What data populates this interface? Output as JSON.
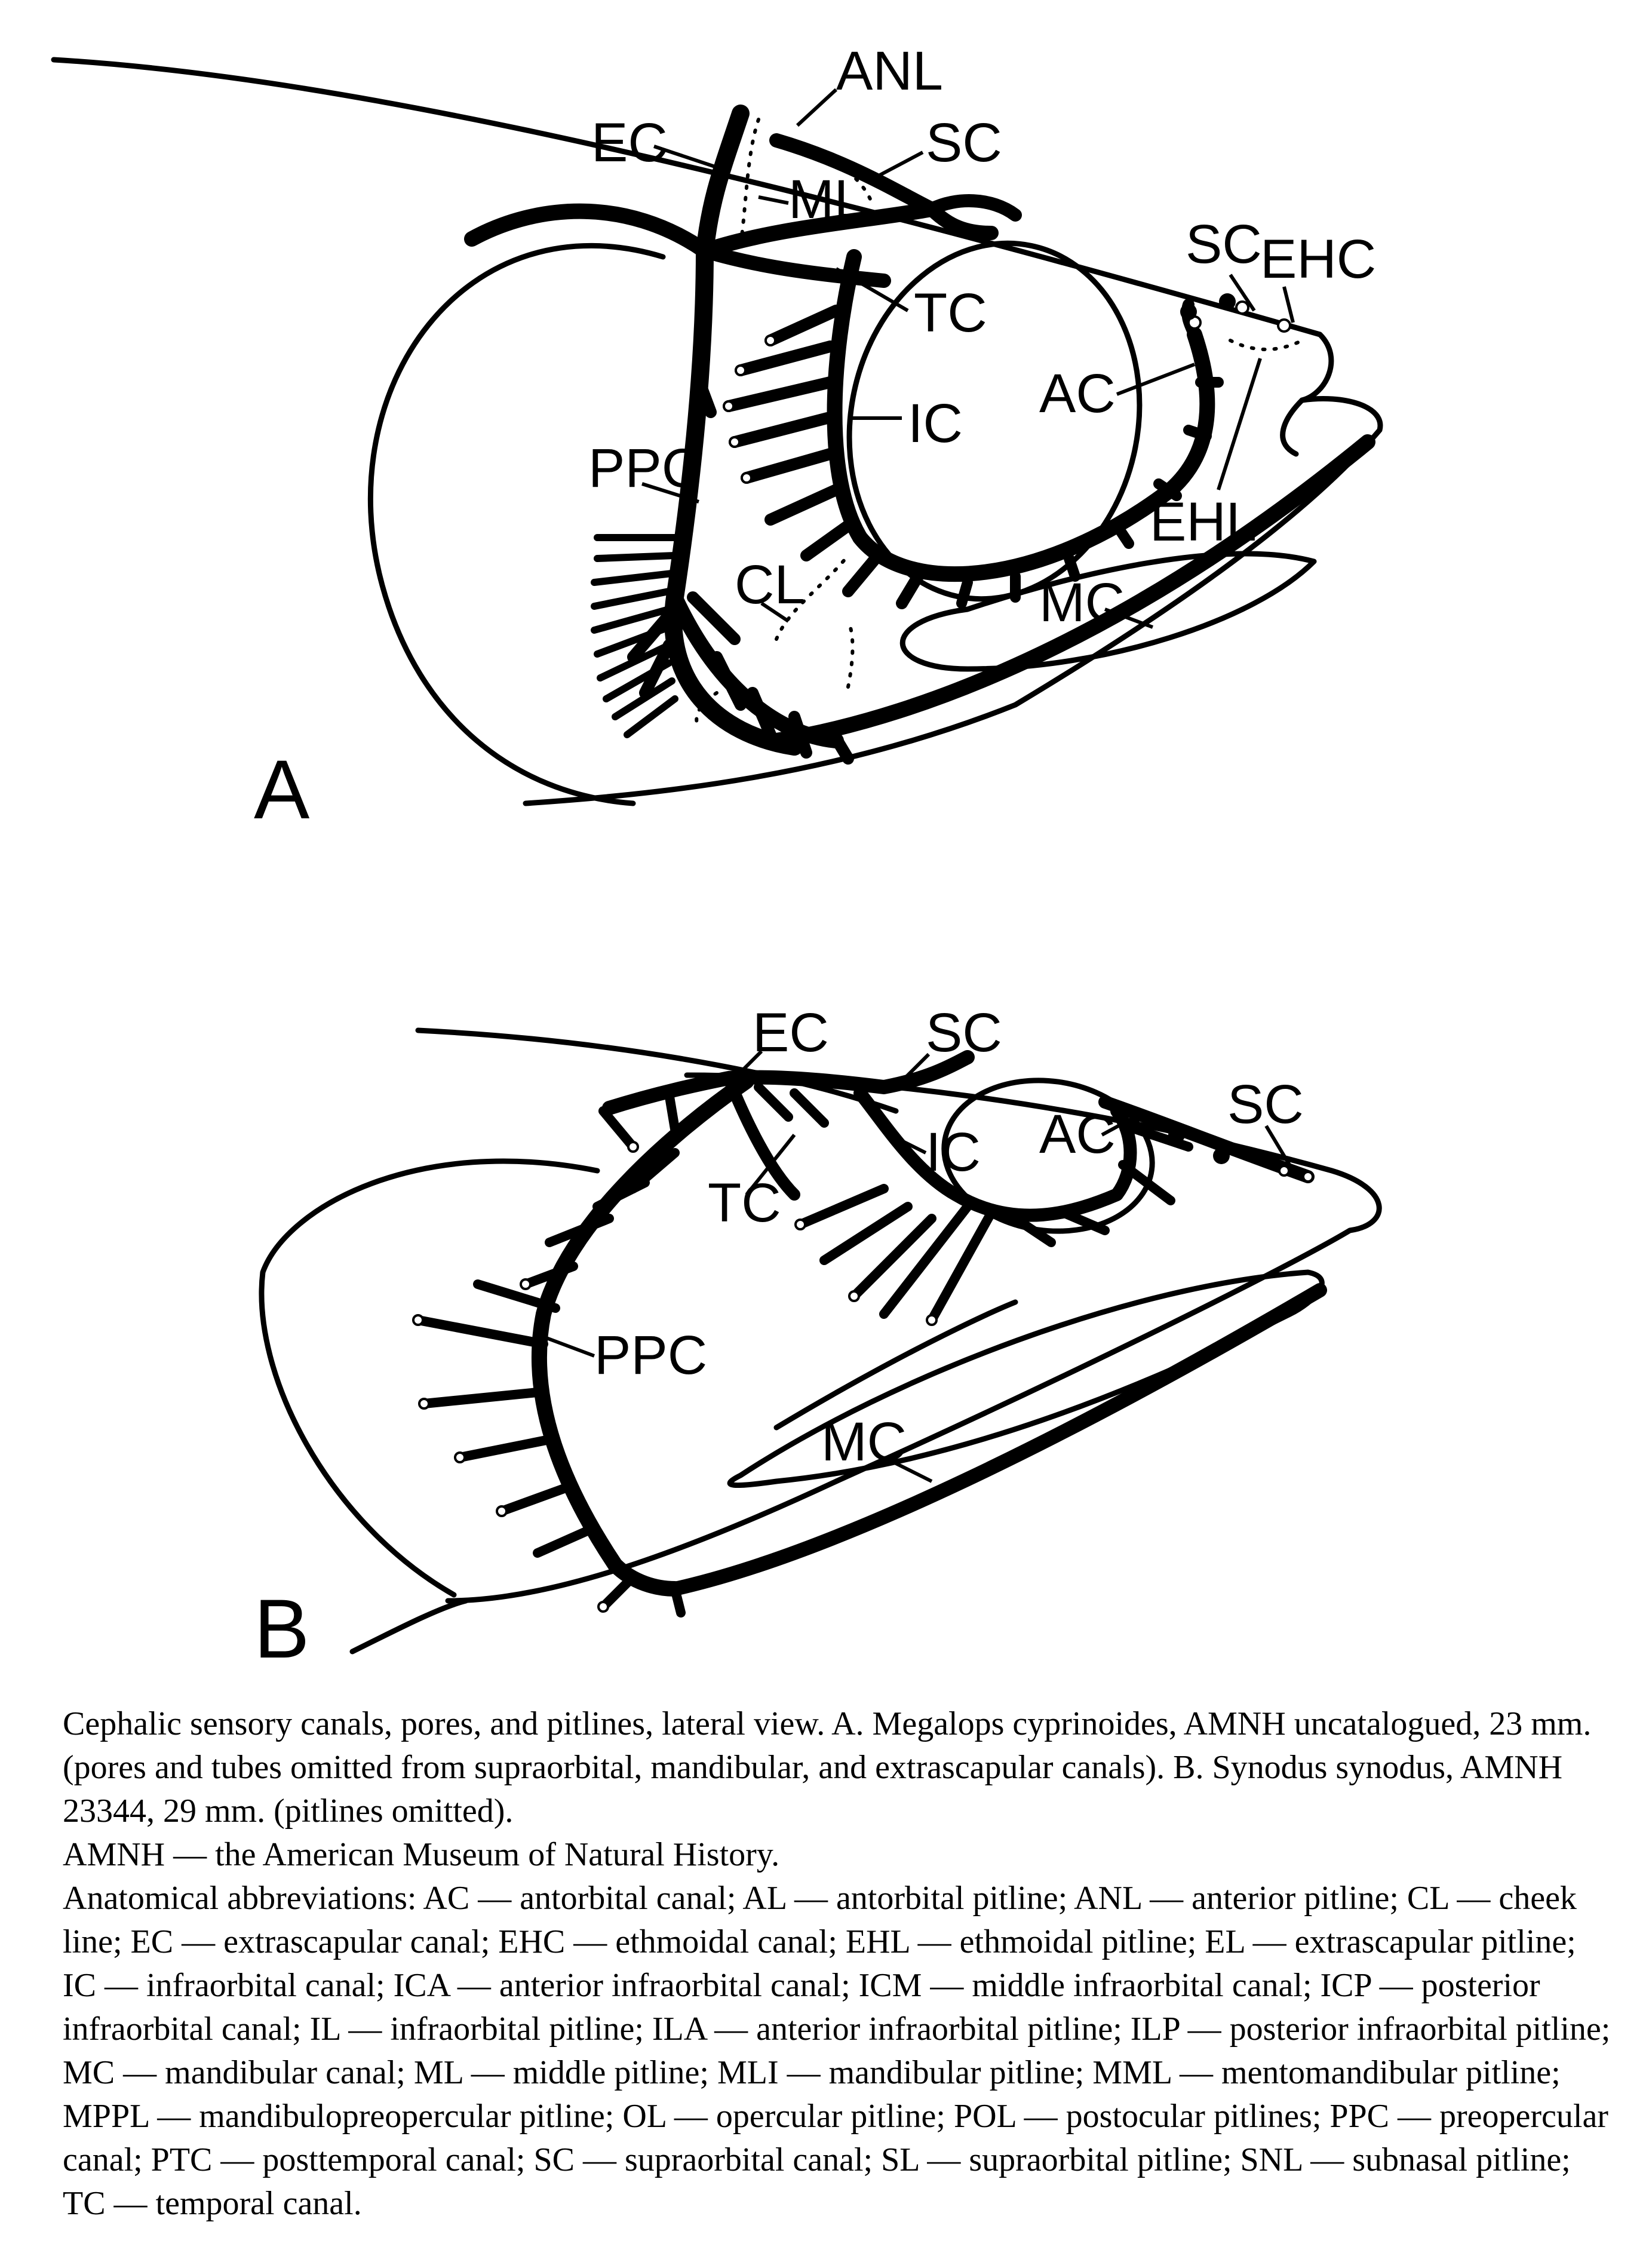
{
  "figure": {
    "panel_a": {
      "letter": "A",
      "labels": {
        "anl": "ANL",
        "sc1": "SC",
        "ec": "EC",
        "ml": "ML",
        "sc2": "SC",
        "ehc": "EHC",
        "tc": "TC",
        "ac": "AC",
        "ic": "IC",
        "ppc": "PPC",
        "ehl": "EHL",
        "cl": "CL",
        "mc": "MC"
      }
    },
    "panel_b": {
      "letter": "B",
      "labels": {
        "ec": "EC",
        "sc1": "SC",
        "sc2": "SC",
        "ac": "AC",
        "ic": "IC",
        "tc": "TC",
        "ppc": "PPC",
        "mc": "MC"
      }
    }
  },
  "caption": {
    "line1": "Cephalic sensory canals, pores, and pitlines, lateral view. A. Megalops cyprinoides, AMNH uncatalogued, 23 mm. (pores and tubes omitted from supraorbital, mandibular, and extrascapular canals). B. Synodus synodus, AMNH 23344, 29 mm. (pitlines omitted).",
    "line2": "AMNH — the American Museum of Natural History.",
    "line3": "Anatomical abbreviations: AC — antorbital canal; AL — antorbital pitline; ANL — anterior pitline; CL — cheek line; EC — extrascapular canal; EHC — ethmoidal canal; EHL — ethmoidal pitline; EL — extrascapular pitline; IC — infraorbital canal; ICA — anterior infraorbital canal; ICM — middle infraorbital canal; ICP — posterior infraorbital canal; IL — infraorbital pitline; ILA — anterior infraorbital pitline; ILP — posterior infraorbital pitline; MC — mandibular canal; ML — middle pitline; MLI — mandibular pitline; MML — mentomandibular pitline; MPPL — mandibulopreopercular pitline; OL — opercular pitline; POL — postocular pitlines; PPC — preopercular canal; PTC — posttemporal canal; SC — supraorbital canal; SL — supraorbital pitline; SNL — subnasal pitline; TC — temporal canal."
  }
}
